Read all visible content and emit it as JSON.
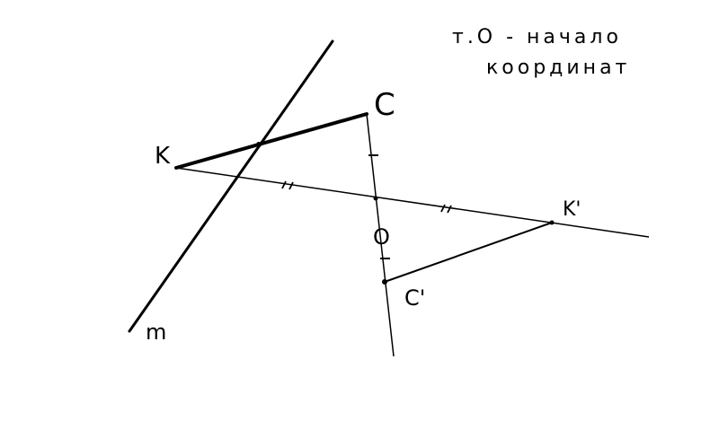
{
  "note": {
    "line1": "т.О - начало",
    "line2": "координат"
  },
  "labels": {
    "c": "C",
    "k": "K",
    "o": "O",
    "k_prime": "K'",
    "c_prime": "C'",
    "m": "m"
  },
  "tick_marks": {
    "double": "//",
    "single": "-"
  },
  "colors": {
    "ink": "#000000",
    "background": "#ffffff"
  }
}
